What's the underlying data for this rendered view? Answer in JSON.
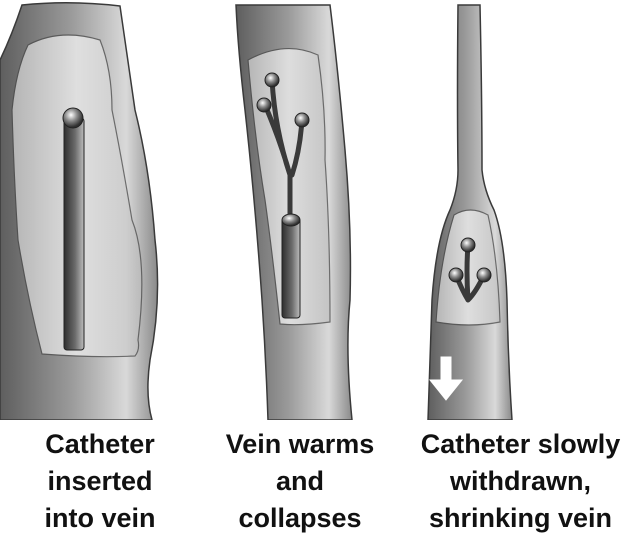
{
  "panels": [
    {
      "id": "inserted",
      "caption_lines": [
        "Catheter",
        "inserted",
        "into vein"
      ]
    },
    {
      "id": "warms",
      "caption_lines": [
        "Vein warms",
        "and",
        "collapses"
      ]
    },
    {
      "id": "withdrawn",
      "caption_lines": [
        "Catheter slowly",
        "withdrawn,",
        "shrinking vein"
      ]
    }
  ],
  "icons": {
    "withdraw_direction": "down-arrow-icon"
  },
  "colors": {
    "vein_dark": "#6f6f6f",
    "vein_light": "#d8d8d8",
    "lumen": "#f2f2f2",
    "catheter": "#3c3c3c",
    "arrow": "#ffffff",
    "caption_text": "#111111"
  }
}
